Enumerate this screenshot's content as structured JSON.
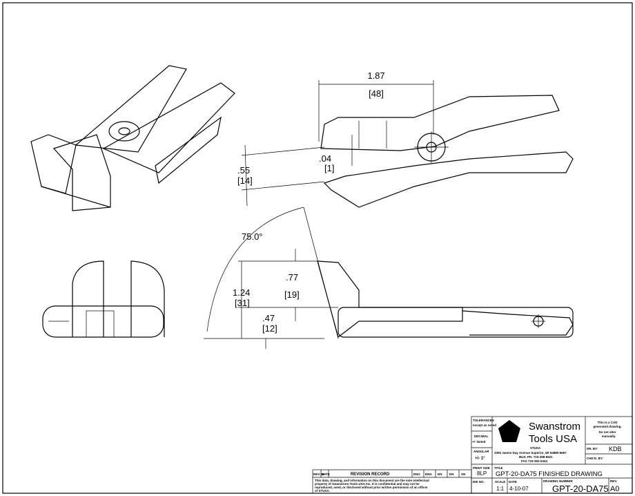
{
  "dimensions": {
    "width_in": "1.87",
    "width_mm": "[48]",
    "gap_in": ".04",
    "gap_mm": "[1]",
    "opening_in": ".55",
    "opening_mm": "[14]",
    "angle": "75.0°",
    "height_in": "1.24",
    "height_mm": "[31]",
    "upper_in": ".77",
    "upper_mm": "[19]",
    "lower_in": ".47",
    "lower_mm": "[12]"
  },
  "title_block": {
    "tolerances_label": "TOLERANCES",
    "tolerances_sub": "except as noted",
    "decimal_label": "DECIMAL",
    "decimal_value": "+/- Noted",
    "angular_label": "ANGULAR",
    "angular_value": "+/- 1°",
    "company_line1": "Swanstrom",
    "company_line2": "Tools USA",
    "brand_small": "STUSA",
    "address": "3300 James Day Avenue Superior, WI 54880-6667",
    "phone": "BUS. PH. 715-398-6621",
    "fax": "FAX 715-392-5344",
    "cad_note1": "This is a CAD",
    "cad_note2": "generated drawing.",
    "cad_note3": "Do not alter",
    "cad_note4": "manually.",
    "dr_by_label": "DR. BY:",
    "dr_by_value": "KDB",
    "chkd_by_label": "CHK'D. BY:",
    "print_size_label": "PRINT SIZE",
    "print_size_value": "8LP",
    "title_label": "TITLE",
    "title_value": "GPT-20-DA75 FINISHED DRAWING",
    "dwg_no_label": "DIE NO.",
    "scale_label": "SCALE",
    "scale_value": "1:1",
    "date_label": "DATE",
    "date_value": "4-10-07",
    "drawing_number_label": "DRAWING NUMBER",
    "drawing_number_value": "GPT-20-DA75",
    "rev_label": "REV.",
    "rev_value": "A0"
  },
  "revision_block": {
    "headers": [
      "REV. ID",
      "DATE",
      "REVISION RECORD",
      "ENG",
      "ENG",
      "DN",
      "DN",
      "SN"
    ],
    "notice": [
      "This data, drawing, and information on this document are the sole intellectual",
      "property of Swanstrom Tools USA Inc.  It is confidential and may not be",
      "reproduced, used, or disclosed without prior written permission of an officer",
      "of STUSA."
    ]
  }
}
